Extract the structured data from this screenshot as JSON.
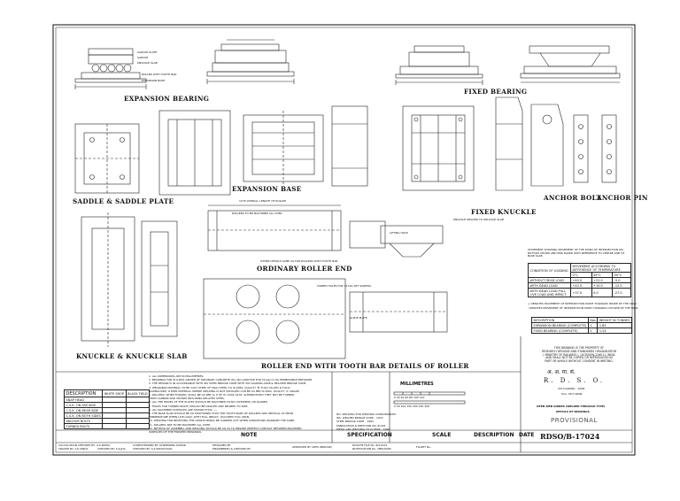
{
  "views": {
    "expansion_bearing": "EXPANSION BEARING",
    "fixed_bearing": "FIXED BEARING",
    "saddle_plate": "SADDLE & SADDLE PLATE",
    "expansion_base": "EXPANSION BASE",
    "fixed_knuckle": "FIXED KNUCKLE",
    "anchor_bolt": "ANCHOR BOLT",
    "anchor_pin": "ANCHOR PIN",
    "ordinary_roller_end": "ORDINARY ROLLER END",
    "knuckle_slab": "KNUCKLE & KNUCKLE SLAB",
    "roller_end_tooth": "ROLLER END WITH TOOTH BAR DETAILS OF ROLLER"
  },
  "callouts": {
    "saddle_plate": "SADDLE PLATE",
    "saddle": "SADDLE",
    "knuckle_slab": "KNUCKLE SLAB",
    "roller_tooth": "ROLLER WITH TOOTH BAR",
    "expansion_base": "EXPANSION BASE",
    "overall_len": "1276 OVERALL LENGTH OF ROLLER",
    "rollers_machined": "ROLLERS TO BE MACHINED ALL OVER",
    "guide_plate": "GUIDE PLATE",
    "tapped_holes": "TAPPED HOLES FOR 12 DIA SET SCREWS",
    "knuckle_welded": "KNUCKLE WELDED TO KNUCKLE SLAB",
    "lifting_holes": "LIFTING HOLE",
    "other_details": "OTHER DETAILS SAME AS FOR ROLLERS WITH TOOTH BAR"
  },
  "movement_table": {
    "caption": "STATEMENT SHOWING MOVEMENT OF THE POINT OF INTERSECTION ON BOTTOM CHORD AND END RAKER WITH REFERENCE TO CENTRE LINE OF BASE SLAB",
    "headers": [
      "CONDITION OF LOADING",
      "MOVEMENT ACCORDING TO DIFFERENCE OF TEMPERATURE",
      "",
      ""
    ],
    "sub": [
      "",
      "0°C",
      "45°C",
      "50°C"
    ],
    "rows": [
      [
        "WITHOUT DEAD LOAD",
        "+40.0",
        "+22.0",
        "-5.0"
      ],
      [
        "WITH DEAD LOAD",
        "+42.0",
        "+10.0",
        "-12.5"
      ],
      [
        "WITH DEAD LOAD,FULL LIVE LOAD AND IMPACT",
        "+37.0",
        "0.0",
        "-27.0"
      ]
    ],
    "note1": "+ DENOTES MOVEMENT OF INTERSECTION POINT TOWARDS INSIDE OF THE SPAN",
    "note2": "- DENOTES MOVEMENT OF INTERSECTION POINT TOWARDS OUTSIDE OF THE SPAN"
  },
  "weight_table": {
    "headers": [
      "DESCRIPTION",
      "Nos",
      "WEIGHT IN TONNES"
    ],
    "rows": [
      [
        "EXPANSION BEARING (COMPLETE)",
        "1",
        "1.85"
      ],
      [
        "FIXED BEARING (COMPLETE)",
        "1",
        "1.24"
      ]
    ]
  },
  "bolts_table": {
    "headers": [
      "DESCRIPTION",
      "WHITE SHOP",
      "BLACK FIELD"
    ],
    "rows": [
      [
        "SNAP HEAD",
        "",
        ""
      ],
      [
        "C.S.K. ON FAR SIDE",
        "",
        ""
      ],
      [
        "C.S.K. ON NEAR SIDE",
        "",
        ""
      ],
      [
        "C.S.K. ON BOTH SIDES",
        "",
        ""
      ],
      [
        "ANCHOR BOLTS",
        "",
        ""
      ],
      [
        "TURNED BOLTS",
        "",
        ""
      ]
    ]
  },
  "notes": [
    "1. ALL DIMENSIONS ARE IN MILLIMETRES.",
    "2. BEARINGS FOR M.G.BOX GIRDER OF ORDINARY CONCRETE (M-) NO ADDITIVE FOR 50 kg/cm SQ PERMISSIBLE PRESSURE.",
    "3. THE DESIGN IS IN ACCORDANCE WITH IRS STEEL BRIDGE CODE WITH 20t LOADING-2008 & RELATED BRIDGE CODE.",
    "4. WEARABLE MATERIAL TO BE CAST STEEL OF MILD STEEL TO IS:2062, QUALITY 'B' FULLY KILLED & FULLY",
    "   NORMALISED. OTHER MATERIAL WHERE WELDING IS NOT INVOLVED CAN BE AS PER IS:2062, QUALITY 'A' GRADE",
    "5. ROLLERS, WHEN FORGED, SHALL BE AS PER CL 6 OF IS: 2004-1978. ALTERNATIVELY THEY MAY BE TURNED",
    "   FROM CARBON AND SHOWN INCLUDING RELATED STEEL.",
    "6. ALL THE EDGES OF THE PLATES SHOULD BE MACHINED FLUSH (STEAMED) OR PLANED.",
    "7. HOLES FOR TURNED BOLTS SHOULD BE DRILLED AND REAMED TO SIZE.",
    "8. ALL MACHINED SURFACES ARE SHOWN THUS ----",
    "9. THE BASE SLAB SHOULD BE SO POSITIONED THAT THE TOOTH BARS OF ROLLERS ARE VERTICAL AT MEAN",
    "   TEMPERATURE WHEN LIVE LOAD, WITH FULL IMPACT, OCCUPIES FULL SPAN.",
    "10. WELDING FOR RECEIVING THE LONGITUDINAL BE CARRIED OUT WHEN CONDITIONS WARRANT THE SAME.",
    "11. ROLLERS ARE TO BE MACHINED ALL OVER.",
    "12. METHOD OF ASSEMBLY AND WELDING SHOULD BE SO AS TO ENSURE PERFECT CONTACT BETWEEN MACHINED",
    "    SURFACES OF THE FINISHED BEARINGS."
  ],
  "welding": [
    "NO. WELDING FOR WELDING CONSUMABLES",
    "IRS. WELDED BRIDGE CODE      - 1972",
    "STEEL BRIDGE CODE           - 1962",
    "FABRICATION & ERECTION NO. B-001",
    "METAL ARC WELDING TO IS:9595 - 1996"
  ],
  "millimetres": {
    "title": "MILLIMETRES",
    "scale1": "0  20  40  60  80  100  120",
    "scale2": "0  50  100  150  200  250  300"
  },
  "footer": {
    "note": "NOTE",
    "specification": "SPECIFICATION",
    "scale": "SCALE",
    "description": "DESCRIPTION",
    "date": "DATE"
  },
  "sign_strip": [
    "CALCULATION CHECKED BY: A.K.SINHA",
    "TRACED BY: A.K.SINHA",
    "CHECKED BY: S.K.JHA",
    "COMPUTERISED BY: DHIRENDRA KUMAR",
    "CHECKED BY: S.K.SRIVASTAVA",
    "DESIGNED BY",
    "ENGINEERED & CHECKED BY",
    "APPROVED BY CDES (BRIDGE)"
  ],
  "title_block": {
    "ownership": [
      "THIS DRAWING IS THE PROPERTY OF",
      "RESEARCH DESIGNS AND STANDARDS ORGANISATION",
      "( MINISTRY OF RAILWAYS ), LUCKNOW-226011, INDIA",
      "AND SHALL NOT BE COPIED OR REPRODUCED IN",
      "PART OR WHOLE WITHOUT CONSENT IN WRITING."
    ],
    "org_hi": "अ. अ. मा. सं.",
    "org_en": "R.  D.  S.  O.",
    "line1": "25t LOADING - 2008",
    "line2": "M.G. 45m SPAN",
    "line3": "OPEN WEB GIRDER (WELDED THROUGH TYPE)",
    "line4": "DETAILS OF BEARINGS",
    "status": "PROVISIONAL",
    "drawing_no": "RDSO/B-17024",
    "ref_no": "RUSCHE FILE No. B/17024",
    "notification": "NOTIFICATION No. CBE/2008/",
    "floppy": "FLOPPY No."
  }
}
